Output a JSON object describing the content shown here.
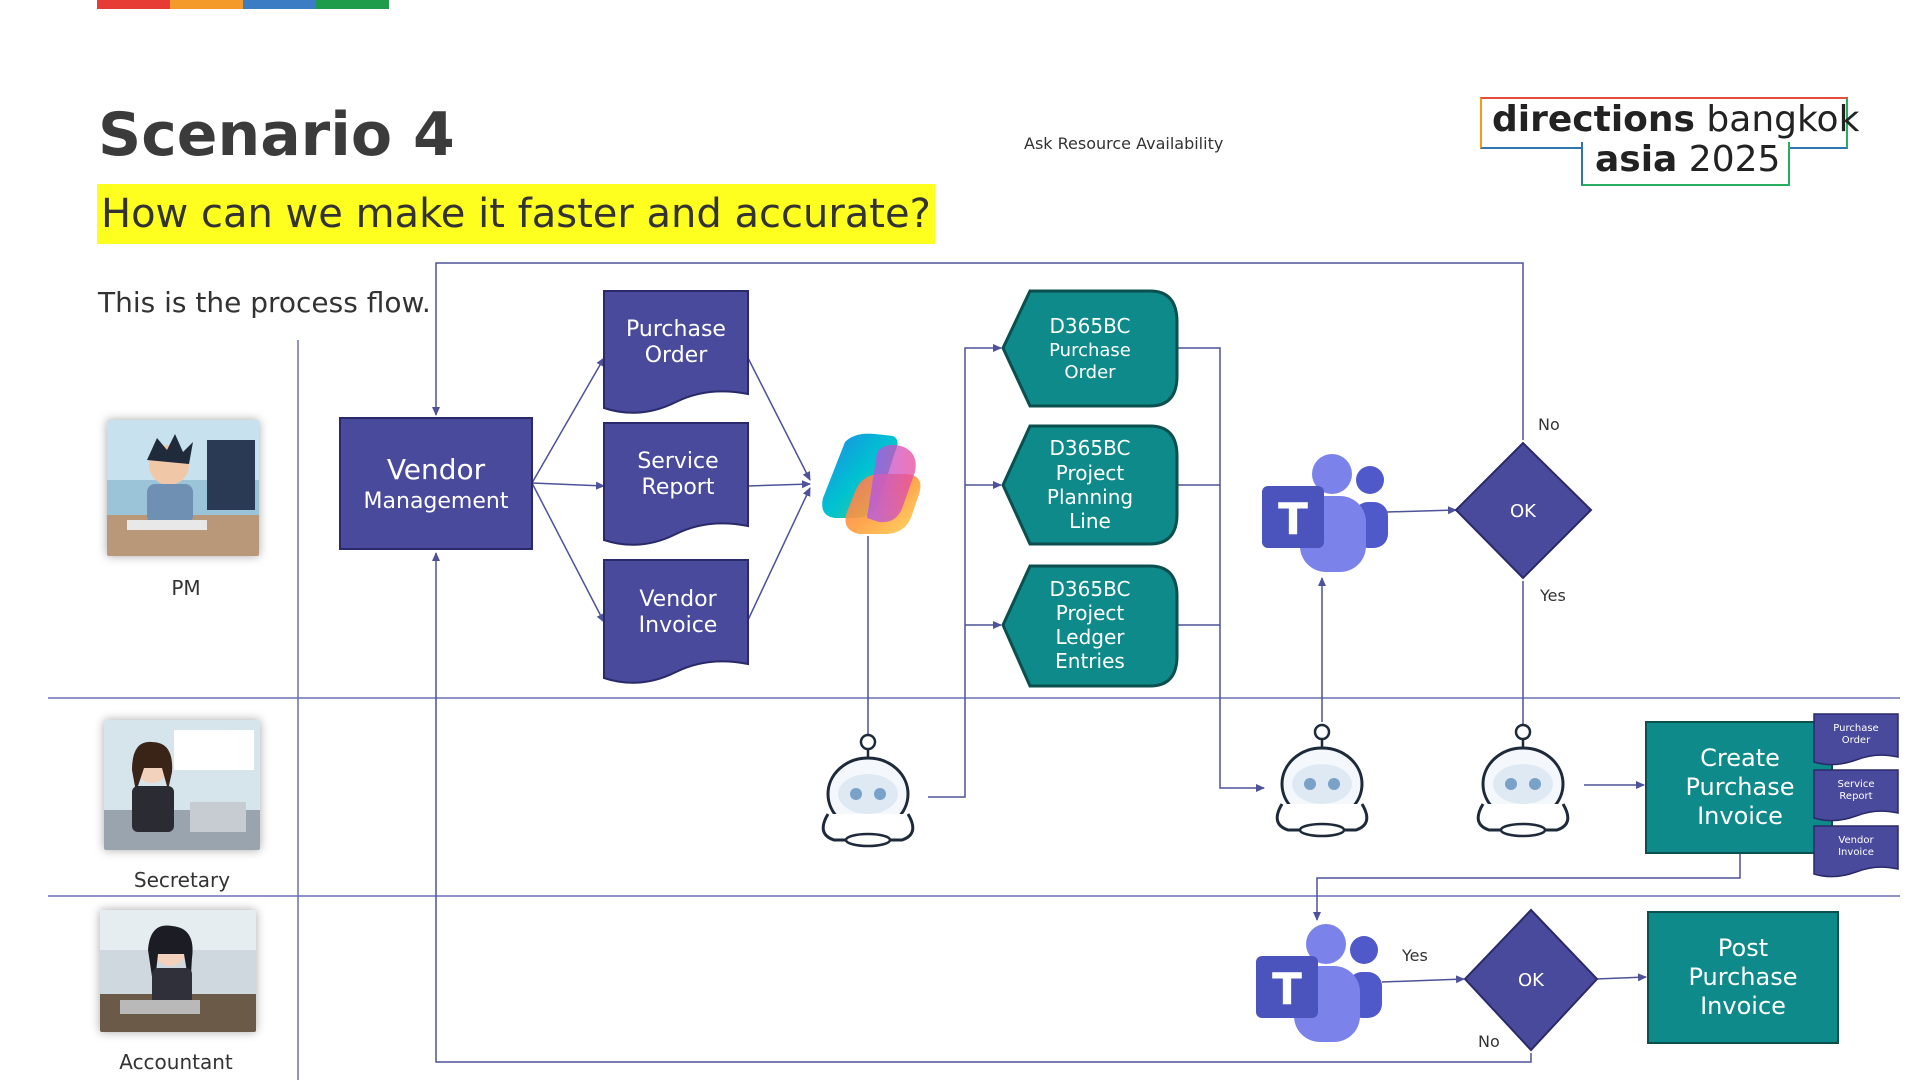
{
  "slide": {
    "title": "Scenario 4",
    "subtitle": "How can we make it faster and accurate?",
    "intro": "This is the process flow.",
    "ask_label": "Ask Resource Availability",
    "brand_colors": [
      "#e63c35",
      "#f39a2b",
      "#3b7cc4",
      "#1e9b4b"
    ]
  },
  "logo": {
    "line1_bold": "directions",
    "line1_light": " bangkok",
    "line2_bold": "asia",
    "line2_light": " 2025"
  },
  "roles": [
    {
      "label": "PM"
    },
    {
      "label": "Secretary"
    },
    {
      "label": "Accountant"
    }
  ],
  "nodes": {
    "vendor_mgmt": {
      "line1": "Vendor",
      "line2": "Management"
    },
    "purchase_order_doc": {
      "line1": "Purchase",
      "line2": "Order"
    },
    "service_report_doc": {
      "line1": "Service",
      "line2": "Report"
    },
    "vendor_invoice_doc": {
      "line1": "Vendor",
      "line2": "Invoice"
    },
    "d365_po": {
      "line1": "D365BC",
      "line2": "Purchase",
      "line3": "Order"
    },
    "d365_ppl": {
      "line1": "D365BC",
      "line2": "Project",
      "line3": "Planning",
      "line4": "Line"
    },
    "d365_ple": {
      "line1": "D365BC",
      "line2": "Project",
      "line3": "Ledger",
      "line4": "Entries"
    },
    "ok_top": {
      "label": "OK",
      "no": "No",
      "yes": "Yes"
    },
    "create_pi": {
      "line1": "Create",
      "line2": "Purchase",
      "line3": "Invoice"
    },
    "mini_po": {
      "line1": "Purchase",
      "line2": "Order"
    },
    "mini_sr": {
      "line1": "Service",
      "line2": "Report"
    },
    "mini_vi": {
      "line1": "Vendor",
      "line2": "Invoice"
    },
    "ok_bottom": {
      "label": "OK",
      "yes": "Yes",
      "no": "No"
    },
    "post_pi": {
      "line1": "Post",
      "line2": "Purchase",
      "line3": "Invoice"
    }
  },
  "colors": {
    "indigo": "#4a4a9c",
    "teal": "#0e8a8a",
    "line": "#4e5299",
    "lane": "#6b6fb8",
    "teams": "#5b5fc7"
  },
  "icons": [
    "copilot-icon",
    "teams-icon",
    "bot-icon",
    "person-photo"
  ]
}
